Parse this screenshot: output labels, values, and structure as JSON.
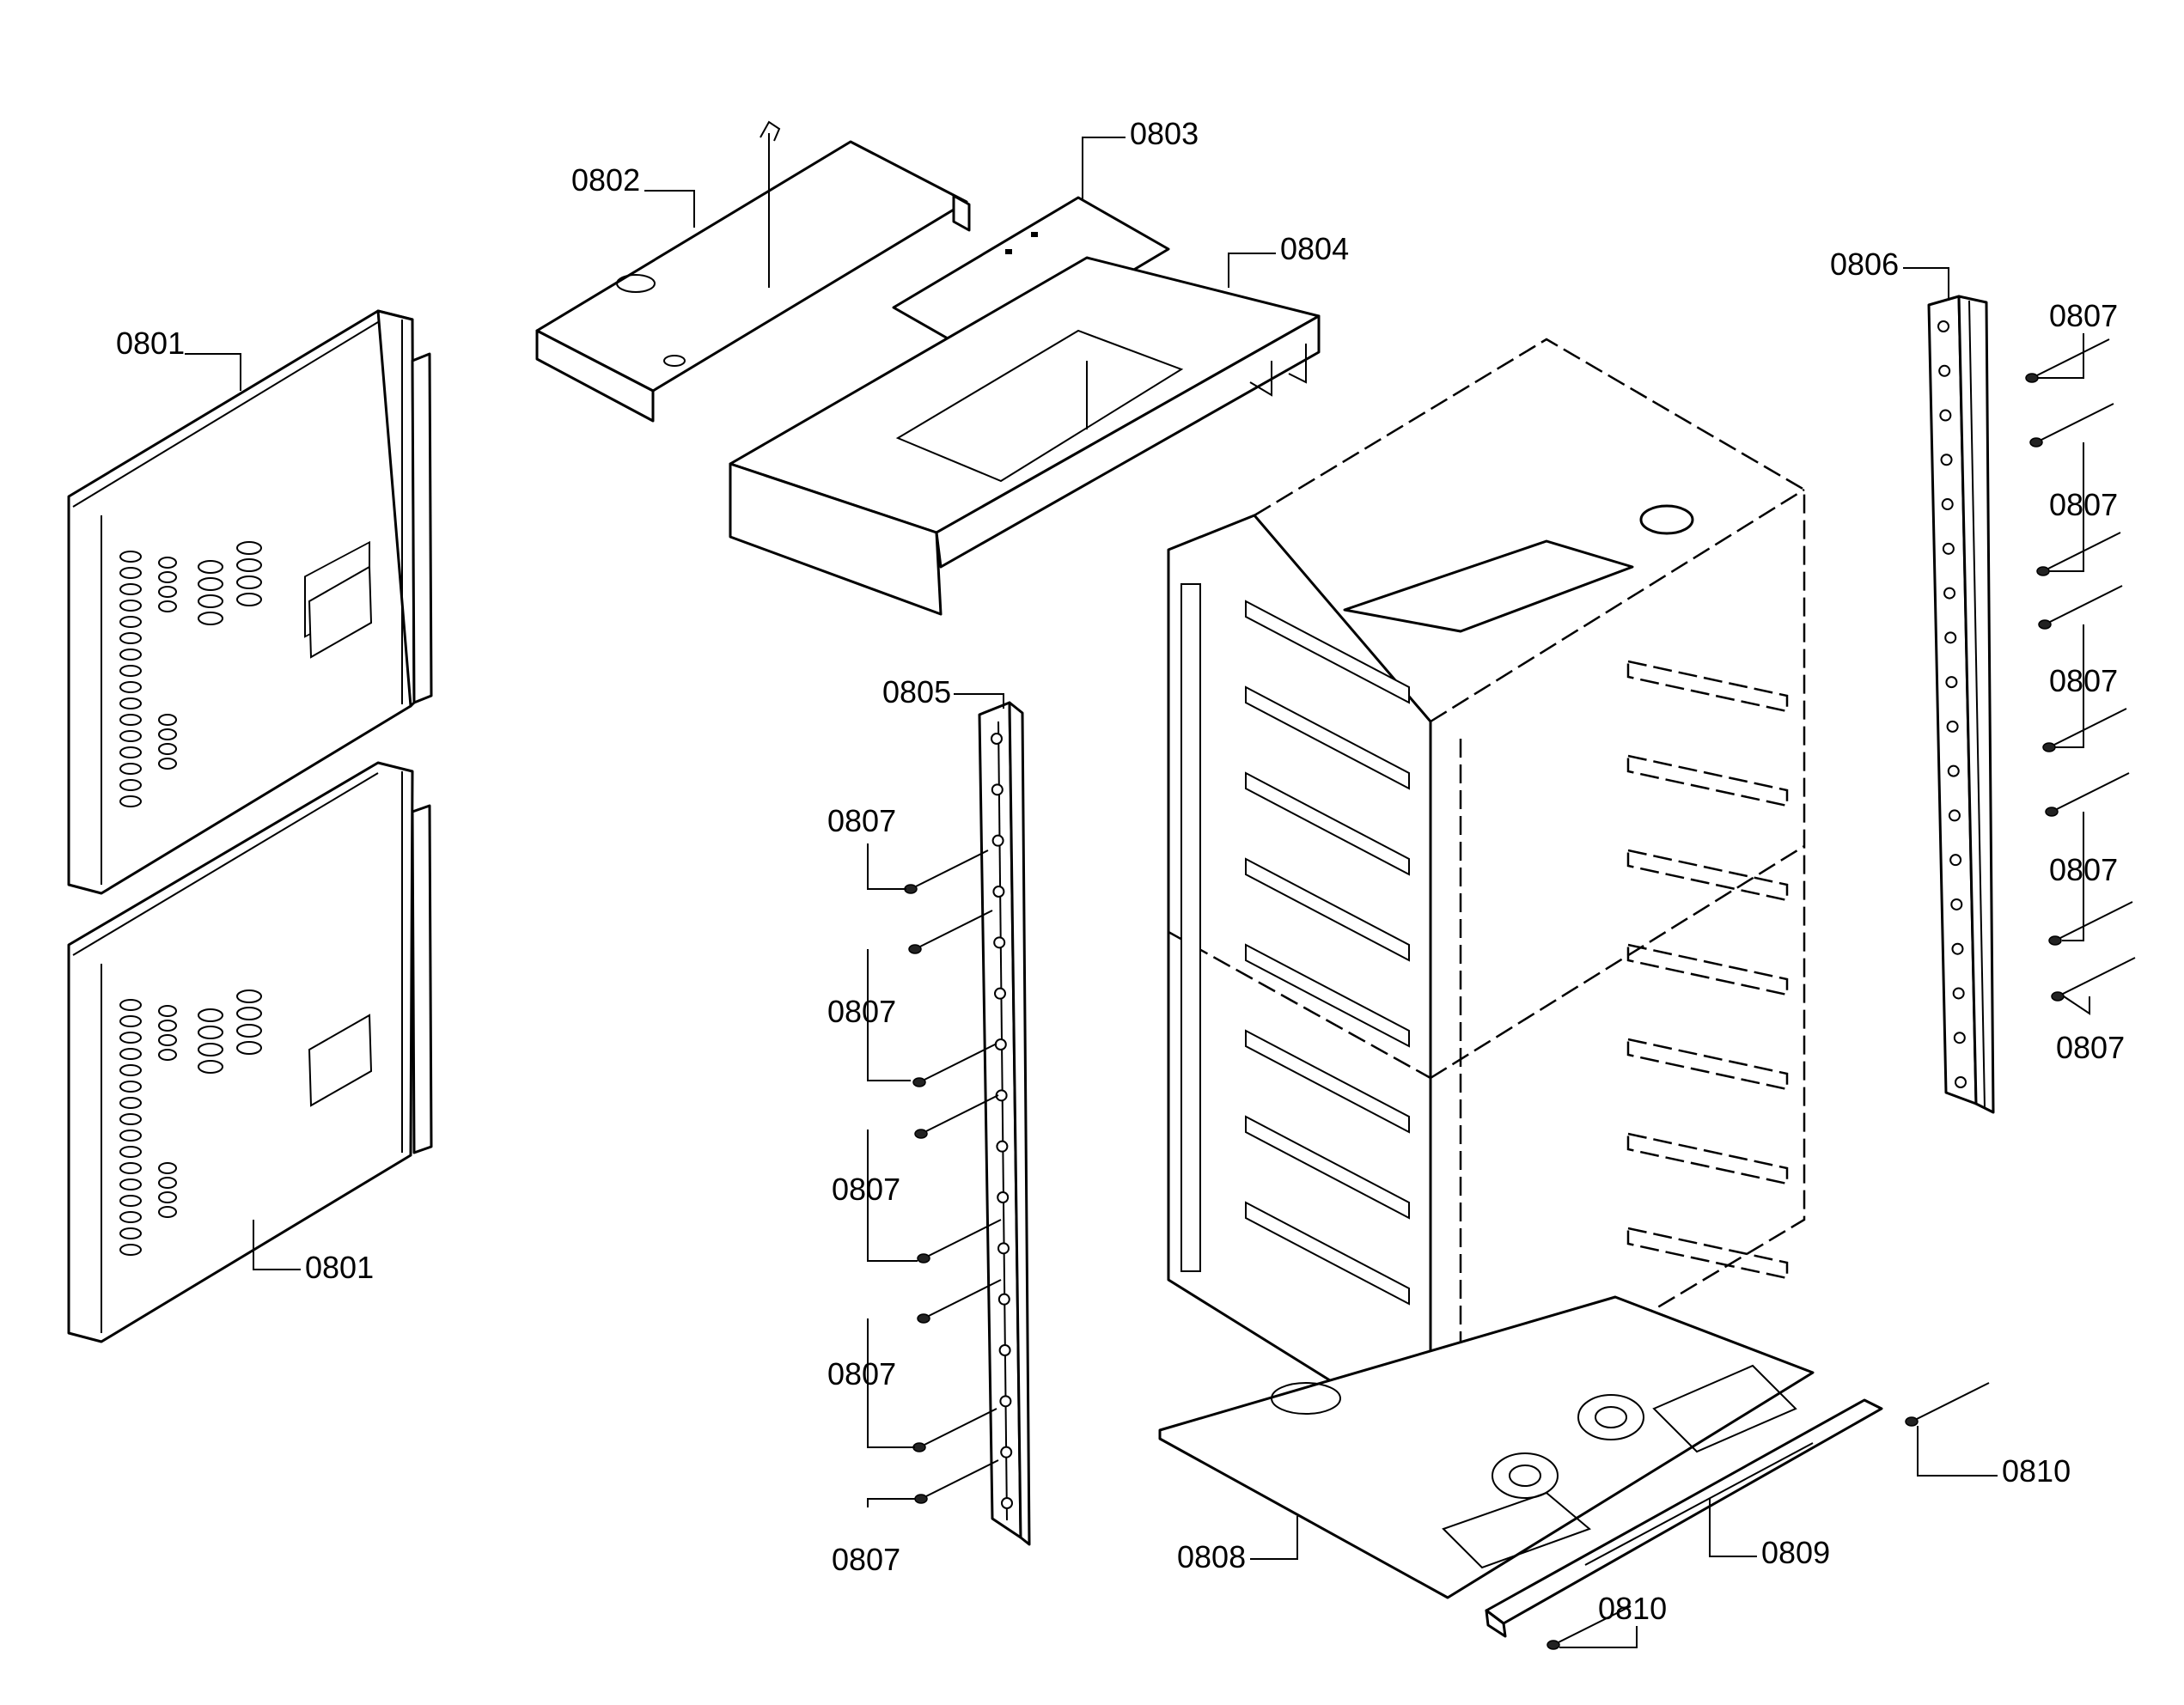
{
  "diagram": {
    "callouts": [
      {
        "key": "side_panel_top",
        "text": "0801"
      },
      {
        "key": "side_panel_bottom",
        "text": "0801"
      },
      {
        "key": "top_cover",
        "text": "0802"
      },
      {
        "key": "top_plate",
        "text": "0803"
      },
      {
        "key": "top_frame",
        "text": "0804"
      },
      {
        "key": "left_rail",
        "text": "0805"
      },
      {
        "key": "right_rail",
        "text": "0806"
      },
      {
        "key": "screw_left_1",
        "text": "0807"
      },
      {
        "key": "screw_left_2",
        "text": "0807"
      },
      {
        "key": "screw_left_3",
        "text": "0807"
      },
      {
        "key": "screw_left_4",
        "text": "0807"
      },
      {
        "key": "screw_left_5",
        "text": "0807"
      },
      {
        "key": "screw_right_1",
        "text": "0807"
      },
      {
        "key": "screw_right_2",
        "text": "0807"
      },
      {
        "key": "screw_right_3",
        "text": "0807"
      },
      {
        "key": "screw_right_4",
        "text": "0807"
      },
      {
        "key": "screw_right_5",
        "text": "0807"
      },
      {
        "key": "bottom_panel",
        "text": "0808"
      },
      {
        "key": "front_trim",
        "text": "0809"
      },
      {
        "key": "trim_screw_right",
        "text": "0810"
      },
      {
        "key": "trim_screw_bottom",
        "text": "0810"
      }
    ]
  }
}
